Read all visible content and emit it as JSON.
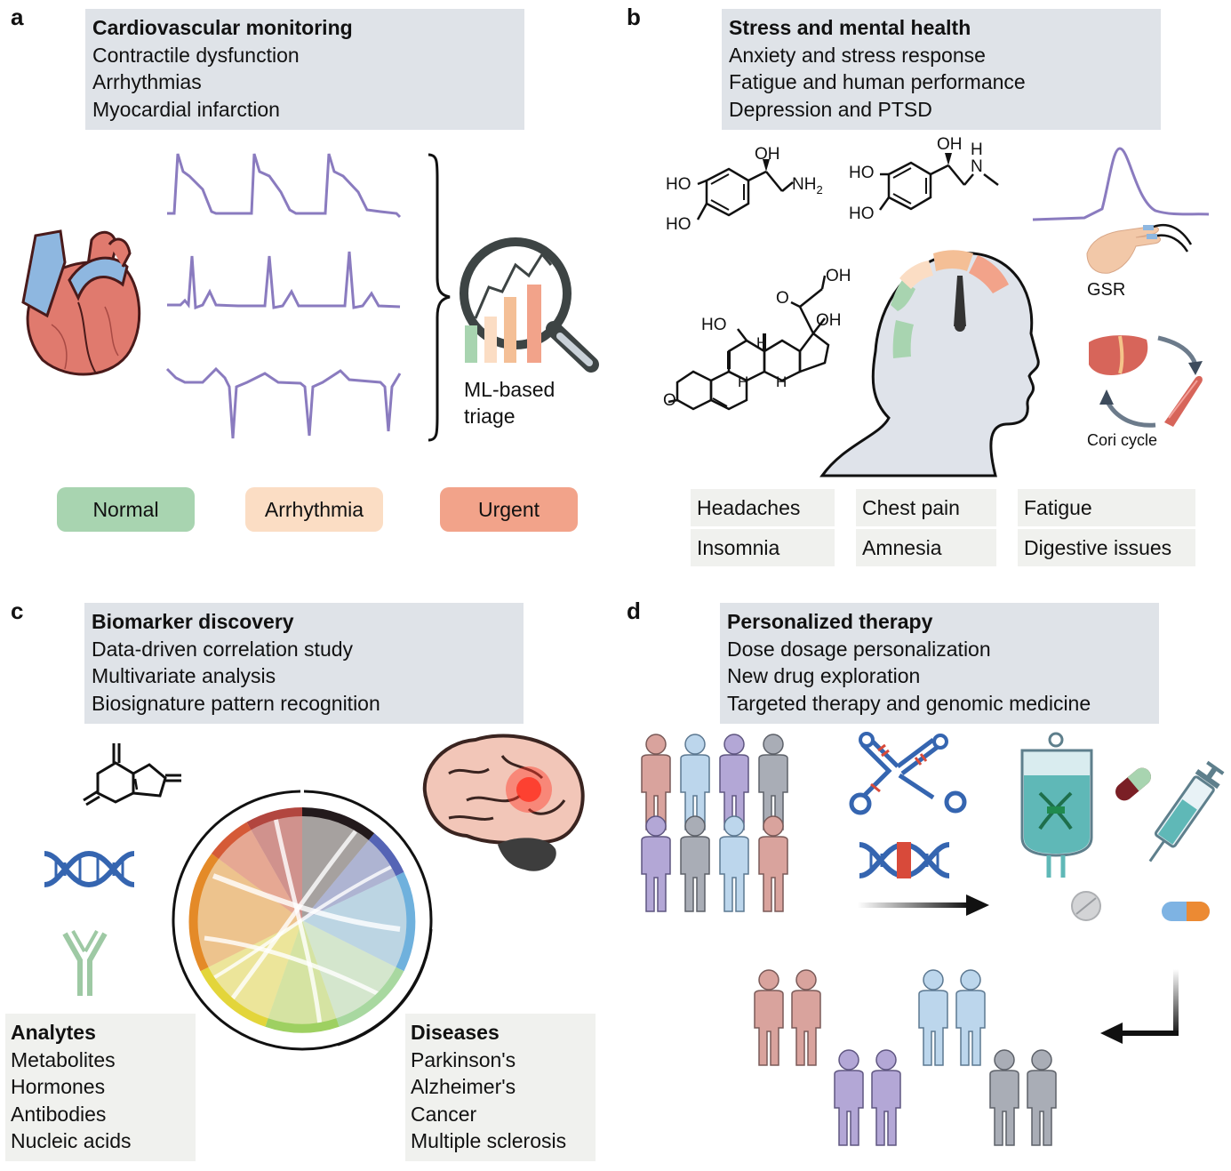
{
  "panels": {
    "a": {
      "label": "a",
      "title": "Cardiovascular monitoring",
      "items": [
        "Contractile dysfunction",
        "Arrhythmias",
        "Myocardial infarction"
      ],
      "triage_line1": "ML-based",
      "triage_line2": "triage",
      "categories": [
        {
          "label": "Normal",
          "color": "#a8d4b0"
        },
        {
          "label": "Arrhythmia",
          "color": "#fbddc4"
        },
        {
          "label": "Urgent",
          "color": "#f2a38a"
        }
      ]
    },
    "b": {
      "label": "b",
      "title": "Stress and mental health",
      "items": [
        "Anxiety and stress response",
        "Fatigue and human performance",
        "Depression and PTSD"
      ],
      "chem": {
        "ho": "HO",
        "oh": "OH",
        "nh2": "NH",
        "nh2_sub": "2",
        "h": "H",
        "n": "N",
        "o": "O"
      },
      "gsr_label": "GSR",
      "cori_label": "Cori cycle",
      "symptoms": [
        "Headaches",
        "Chest pain",
        "Fatigue",
        "Insomnia",
        "Amnesia",
        "Digestive issues"
      ]
    },
    "c": {
      "label": "c",
      "title": "Biomarker discovery",
      "items": [
        "Data-driven correlation study",
        "Multivariate analysis",
        "Biosignature pattern recognition"
      ],
      "analytes_title": "Analytes",
      "analytes": [
        "Metabolites",
        "Hormones",
        "Antibodies",
        "Nucleic acids"
      ],
      "diseases_title": "Diseases",
      "diseases": [
        "Parkinson's",
        "Alzheimer's",
        "Cancer",
        "Multiple sclerosis"
      ]
    },
    "d": {
      "label": "d",
      "title": "Personalized therapy",
      "items": [
        "Dose dosage personalization",
        "New drug exploration",
        "Targeted therapy and genomic medicine"
      ]
    }
  },
  "colors": {
    "box_bg": "#dfe3e8",
    "ecg_line": "#8a7bbf",
    "heart_red": "#e07a6e",
    "heart_blue": "#8eb7e0",
    "person_pink": "#d9a39d",
    "person_blue": "#bcd6ec",
    "person_purple": "#b3a7d6",
    "person_gray": "#a9adb6"
  }
}
